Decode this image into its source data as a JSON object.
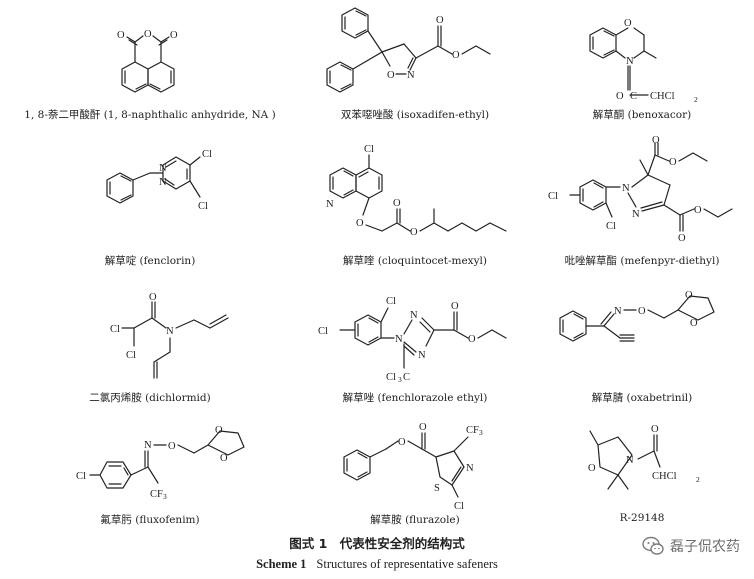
{
  "compounds": [
    {
      "label": "1, 8-萘二甲酸酐 (1, 8-naphthalic anhydride, NA )"
    },
    {
      "label": "双苯噁唑酸 (isoxadifen-ethyl)"
    },
    {
      "label": "解草酮 (benoxacor)"
    },
    {
      "label": "解草啶 (fenclorin)"
    },
    {
      "label": "解草喹 (cloquintocet-mexyl)"
    },
    {
      "label": "吡唑解草酯 (mefenpyr-diethyl)"
    },
    {
      "label": "二氯丙烯胺 (dichlormid)"
    },
    {
      "label": "解草唑 (fenchlorazole ethyl)"
    },
    {
      "label": "解草腈 (oxabetrinil)"
    },
    {
      "label": "氟草肟 (fluxofenim)"
    },
    {
      "label": "解草胺 (flurazole)"
    },
    {
      "label": "R-29148"
    }
  ],
  "atoms": {
    "o": "O",
    "n": "N",
    "s": "S",
    "cl": "Cl",
    "cf": "CF",
    "cl3c": "Cl",
    "c": "C",
    "chcl": "CHCl",
    "two": "2",
    "three": "3"
  },
  "figure_caption_cn": "图式 1　代表性安全剂的结构式",
  "figure_caption_en_label": "Scheme 1",
  "figure_caption_en_text": "Structures of representative safeners",
  "watermark_text": "磊子侃农药"
}
